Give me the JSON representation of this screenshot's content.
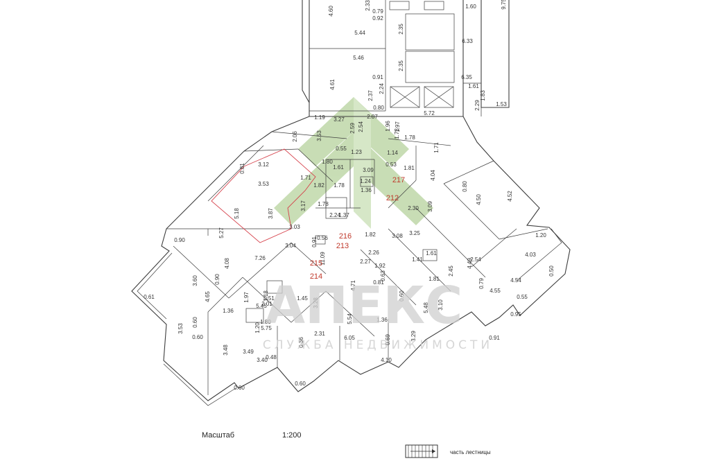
{
  "plan": {
    "dimensions": [
      "4.60",
      "2.33",
      "0.79",
      "0.92",
      "1.60",
      "9.75",
      "5.44",
      "2.35",
      "6.33",
      "5.46",
      "2.35",
      "6.35",
      "4.61",
      "0.91",
      "2.37",
      "2.24",
      "1.61",
      "1.83",
      "2.29",
      "1.53",
      "0.80",
      "5.72",
      "1.19",
      "3.27",
      "2.59",
      "2.54",
      "2.07",
      "1.96",
      "1.97",
      "1.73",
      "1.78",
      "2.06",
      "3.53",
      "0.55",
      "1.23",
      "1.14",
      "0.81",
      "3.12",
      "1.80",
      "1.61",
      "3.09",
      "0.53",
      "1.81",
      "1.71",
      "4.04",
      "1.71",
      "3.53",
      "1.82",
      "1.78",
      "1.24",
      "1.36",
      "0.80",
      "4.52",
      "5.18",
      "3.87",
      "3.17",
      "1.78",
      "2.24",
      "1.37",
      "2.30",
      "3.09",
      "4.50",
      "5.27",
      "3.03",
      "0.91",
      "0.56",
      "1.82",
      "3.08",
      "3.25",
      "0.90",
      "4.08",
      "7.26",
      "3.04",
      "11.09",
      "2.26",
      "2.27",
      "1.41",
      "1.61",
      "2.45",
      "4.49",
      "2.54",
      "4.03",
      "1.20",
      "0.50",
      "3.60",
      "0.90",
      "1.92",
      "0.63",
      "4.71",
      "0.81",
      "1.81",
      "0.79",
      "4.55",
      "4.54",
      "0.61",
      "4.65",
      "1.18",
      "1.97",
      "1.45",
      "3.28",
      "0.55",
      "0.51",
      "2.01",
      "1.36",
      "0.60",
      "5.45",
      "1.36",
      "5.48",
      "3.10",
      "0.95",
      "3.53",
      "0.60",
      "1.20",
      "1.80",
      "5.75",
      "5.54",
      "2.31",
      "3.29",
      "0.91",
      "0.60",
      "3.48",
      "3.49",
      "3.40",
      "0.48",
      "0.36",
      "6.05",
      "0.69",
      "4.10",
      "0.60",
      "0.60",
      "0.60"
    ],
    "apartments": [
      "217",
      "212",
      "216",
      "213",
      "215",
      "214"
    ]
  },
  "watermark": {
    "brand": "АПЕКС",
    "tagline": "СЛУЖБА НЕДВИЖИМОСТИ"
  },
  "footer": {
    "scale_label": "Масштаб",
    "scale_value": "1:200",
    "legend_label": "часть лестницы"
  }
}
